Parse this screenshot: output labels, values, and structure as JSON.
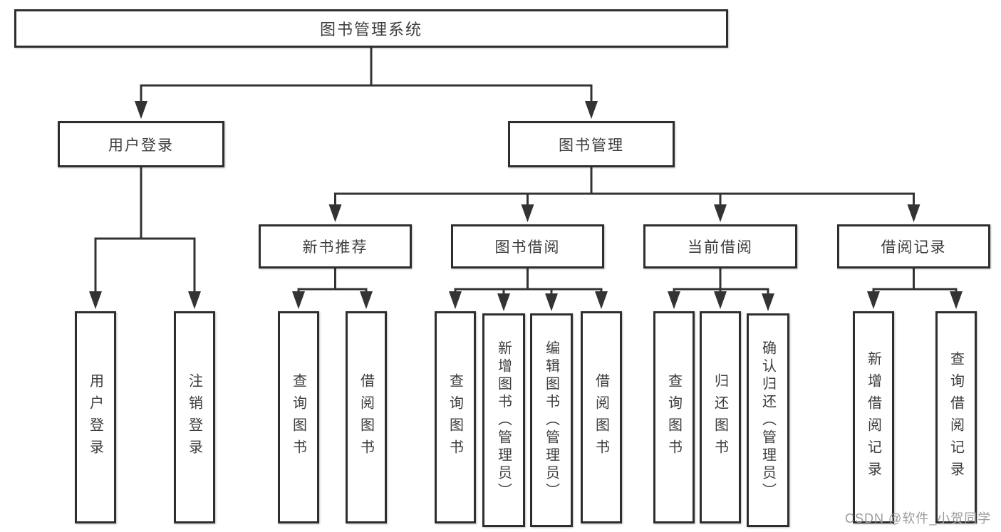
{
  "page": {
    "background": "#ffffff"
  },
  "watermark": {
    "text": "CSDN @软件_小贺同学",
    "color": "#9c9c9c"
  },
  "diagram": {
    "type": "hierarchy-tree",
    "line_color": "#333333",
    "border_color": "#2e2e2e",
    "text_color": "#3d3d3d",
    "nodes": [
      {
        "id": "system",
        "label": "图书管理系统",
        "orientation": "horizontal",
        "level": 1
      },
      {
        "id": "user-login",
        "label": "用户登录",
        "orientation": "horizontal",
        "level": 2
      },
      {
        "id": "book-management",
        "label": "图书管理",
        "orientation": "horizontal",
        "level": 2
      },
      {
        "id": "login",
        "label": "用户登录",
        "orientation": "vertical",
        "level": 3
      },
      {
        "id": "logout",
        "label": "注销登录",
        "orientation": "vertical",
        "level": 3
      },
      {
        "id": "new-book-recommend",
        "label": "新书推荐",
        "orientation": "horizontal",
        "level": 3
      },
      {
        "id": "book-borrowing",
        "label": "图书借阅",
        "orientation": "horizontal",
        "level": 3
      },
      {
        "id": "current-borrowing",
        "label": "当前借阅",
        "orientation": "horizontal",
        "level": 3
      },
      {
        "id": "borrowing-records",
        "label": "借阅记录",
        "orientation": "horizontal",
        "level": 3
      },
      {
        "id": "nbr-query-books",
        "label": "查询图书",
        "orientation": "vertical",
        "level": 4
      },
      {
        "id": "nbr-borrow-books",
        "label": "借阅图书",
        "orientation": "vertical",
        "level": 4
      },
      {
        "id": "bb-query-books",
        "label": "查询图书",
        "orientation": "vertical",
        "level": 4
      },
      {
        "id": "bb-add-books",
        "label": "新增图书（管理员）",
        "orientation": "vertical",
        "level": 4
      },
      {
        "id": "bb-edit-books",
        "label": "编辑图书（管理员）",
        "orientation": "vertical",
        "level": 4
      },
      {
        "id": "bb-borrow-books",
        "label": "借阅图书",
        "orientation": "vertical",
        "level": 4
      },
      {
        "id": "cb-query-books",
        "label": "查询图书",
        "orientation": "vertical",
        "level": 4
      },
      {
        "id": "cb-return-books",
        "label": "归还图书",
        "orientation": "vertical",
        "level": 4
      },
      {
        "id": "cb-confirm-return",
        "label": "确认归还（管理员）",
        "orientation": "vertical",
        "level": 4
      },
      {
        "id": "br-add-record",
        "label": "新增借阅记录",
        "orientation": "vertical",
        "level": 4
      },
      {
        "id": "br-query-record",
        "label": "查询借阅记录",
        "orientation": "vertical",
        "level": 4
      }
    ],
    "edges": [
      {
        "from": "system",
        "to": [
          "user-login",
          "book-management"
        ]
      },
      {
        "from": "user-login",
        "to": [
          "login",
          "logout"
        ]
      },
      {
        "from": "book-management",
        "to": [
          "new-book-recommend",
          "book-borrowing",
          "current-borrowing",
          "borrowing-records"
        ]
      },
      {
        "from": "new-book-recommend",
        "to": [
          "nbr-query-books",
          "nbr-borrow-books"
        ]
      },
      {
        "from": "book-borrowing",
        "to": [
          "bb-query-books",
          "bb-add-books",
          "bb-edit-books",
          "bb-borrow-books"
        ]
      },
      {
        "from": "current-borrowing",
        "to": [
          "cb-query-books",
          "cb-return-books",
          "cb-confirm-return"
        ]
      },
      {
        "from": "borrowing-records",
        "to": [
          "br-add-record",
          "br-query-record"
        ]
      }
    ]
  }
}
